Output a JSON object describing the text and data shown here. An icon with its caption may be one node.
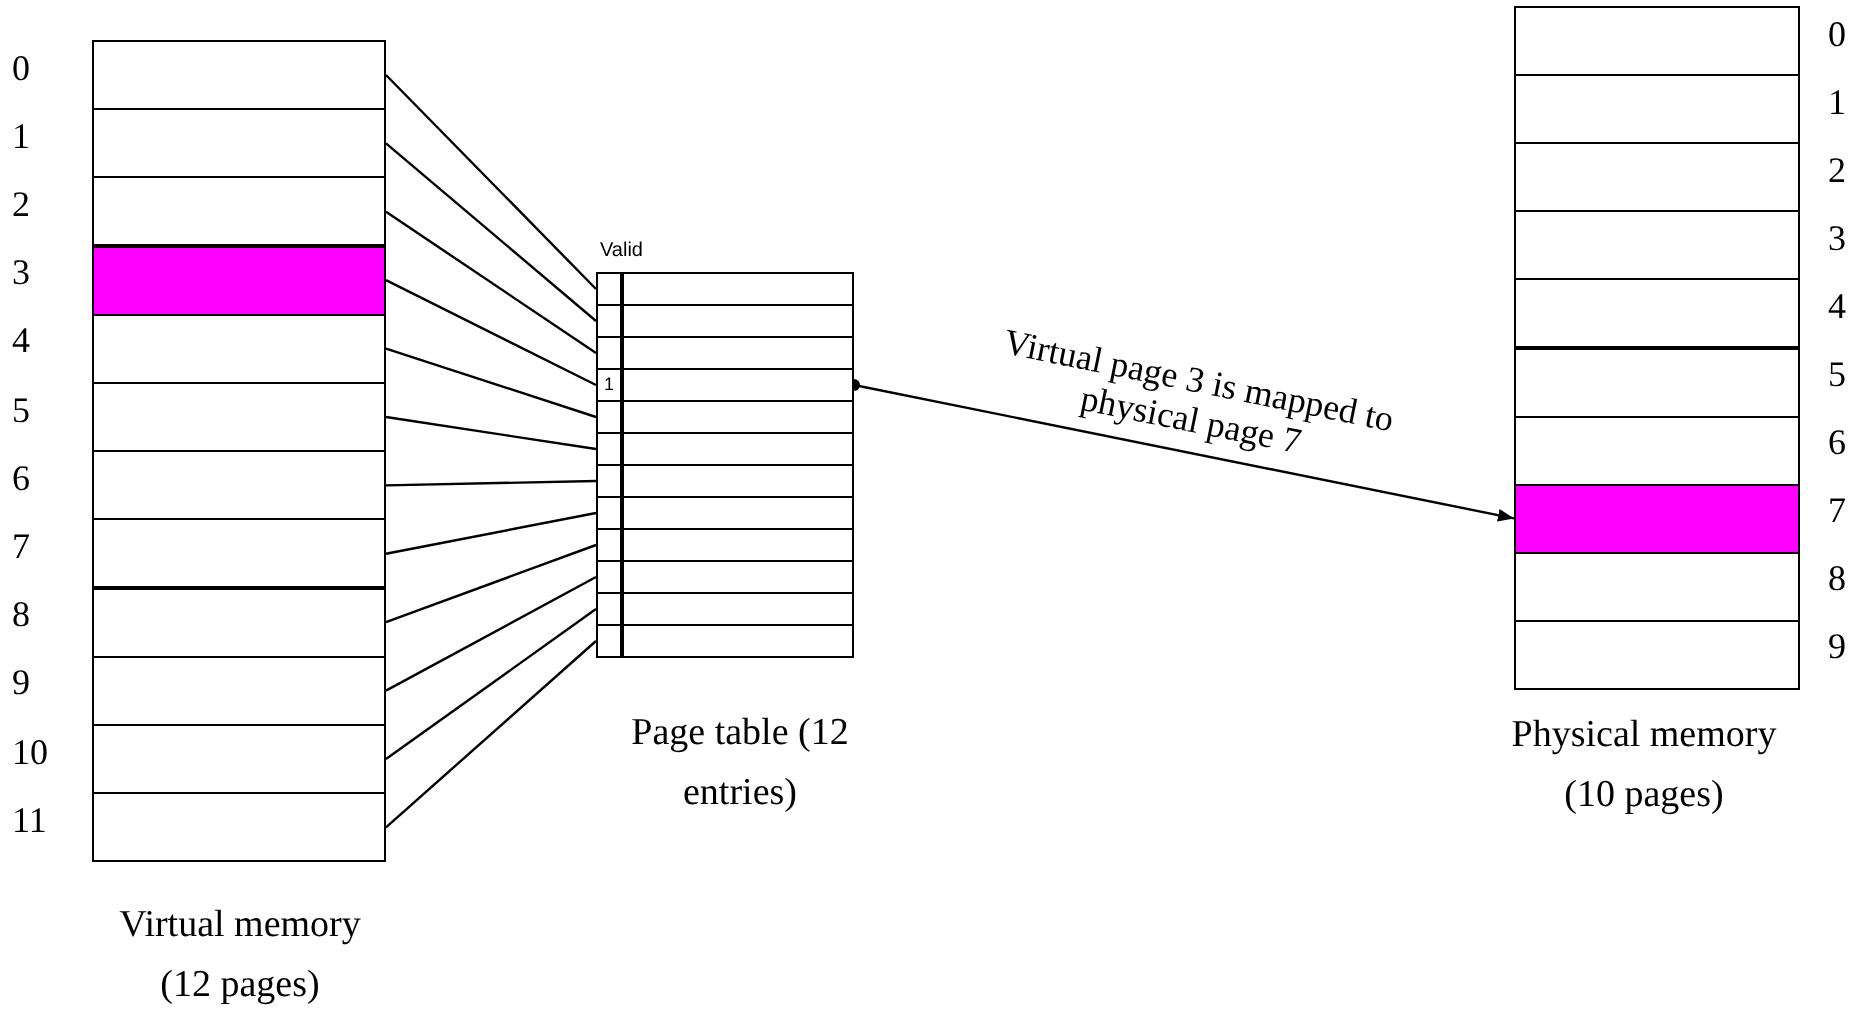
{
  "diagram": {
    "nodes": [
      {
        "text": [
          "Virtual memory (12 pages)"
        ]
      },
      {
        "text": [],
        "shape": "box",
        "in": 0,
        "beside": [
          "0"
        ]
      },
      {
        "text": [],
        "shape": "box",
        "in": 0,
        "beside": [
          "1"
        ]
      },
      {
        "text": [],
        "shape": "box",
        "in": 0,
        "beside": [
          "2"
        ]
      },
      {
        "text": [],
        "shape": "box",
        "in": 0,
        "beside": [
          "3"
        ]
      },
      {
        "text": [],
        "shape": "box",
        "in": 0,
        "beside": [
          "4"
        ]
      },
      {
        "text": [],
        "shape": "box",
        "in": 0,
        "beside": [
          "5"
        ]
      },
      {
        "text": [],
        "shape": "box",
        "in": 0,
        "beside": [
          "6"
        ]
      },
      {
        "text": [],
        "shape": "box",
        "in": 0,
        "beside": [
          "7"
        ]
      },
      {
        "text": [],
        "shape": "box",
        "in": 0,
        "beside": [
          "8"
        ]
      },
      {
        "text": [],
        "shape": "box",
        "in": 0,
        "beside": [
          "9"
        ]
      },
      {
        "text": [],
        "shape": "box",
        "in": 0,
        "beside": [
          "10"
        ]
      },
      {
        "text": [],
        "shape": "box",
        "in": 0,
        "beside": [
          "11"
        ]
      },
      {
        "text": [
          "Page table (12 entries)"
        ]
      },
      {
        "text": [],
        "shape": "box",
        "in": 13
      },
      {
        "text": [],
        "shape": "box",
        "in": 13
      },
      {
        "text": [],
        "shape": "box",
        "in": 13
      },
      {
        "text": [
          "1"
        ],
        "in": 13
      },
      {
        "text": [],
        "shape": "box",
        "in": 13
      },
      {
        "text": [],
        "shape": "box",
        "in": 13
      },
      {
        "text": [],
        "shape": "box",
        "in": 13
      },
      {
        "text": [],
        "shape": "box",
        "in": 13
      },
      {
        "text": [],
        "shape": "box",
        "in": 13
      },
      {
        "text": [],
        "shape": "box",
        "in": 13
      },
      {
        "text": [],
        "shape": "box",
        "in": 13
      },
      {
        "text": [],
        "shape": "box",
        "in": 13
      },
      {
        "text": [
          "Physical memory (10 pages)"
        ]
      },
      {
        "text": [],
        "shape": "box",
        "in": 26,
        "beside": [
          "0"
        ]
      },
      {
        "text": [],
        "shape": "box",
        "in": 26,
        "beside": [
          "1"
        ]
      },
      {
        "text": [],
        "shape": "box",
        "in": 26,
        "beside": [
          "2"
        ]
      },
      {
        "text": [],
        "shape": "box",
        "in": 26,
        "beside": [
          "3"
        ]
      },
      {
        "text": [],
        "shape": "box",
        "in": 26,
        "beside": [
          "4"
        ]
      },
      {
        "text": [],
        "shape": "box",
        "in": 26,
        "beside": [
          "5"
        ]
      },
      {
        "text": [],
        "shape": "box",
        "in": 26,
        "beside": [
          "6"
        ]
      },
      {
        "text": [],
        "shape": "box",
        "in": 26,
        "beside": [
          "7"
        ]
      },
      {
        "text": [],
        "shape": "box",
        "in": 26,
        "beside": [
          "8"
        ]
      },
      {
        "text": [],
        "shape": "box",
        "in": 26,
        "beside": [
          "9"
        ]
      }
    ],
    "edges": [
      {
        "from": 1,
        "to": 14,
        "arrow": "none"
      },
      {
        "from": 2,
        "to": 15,
        "arrow": "none"
      },
      {
        "from": 3,
        "to": 16,
        "arrow": "none"
      },
      {
        "from": 4,
        "to": 17,
        "arrow": "none"
      },
      {
        "from": 5,
        "to": 18,
        "arrow": "none"
      },
      {
        "from": 6,
        "to": 19,
        "arrow": "none"
      },
      {
        "from": 7,
        "to": 20,
        "arrow": "none"
      },
      {
        "from": 8,
        "to": 21,
        "arrow": "none"
      },
      {
        "from": 9,
        "to": 22,
        "arrow": "none"
      },
      {
        "from": 10,
        "to": 23,
        "arrow": "none"
      },
      {
        "from": 11,
        "to": 24,
        "arrow": "none"
      },
      {
        "from": 12,
        "to": 25,
        "arrow": "none"
      },
      {
        "from": 17,
        "to": 34,
        "arrow": "to",
        "label": "Virtual page 3 is mapped to physical page 7"
      }
    ],
    "labels": [
      "Valid"
    ]
  }
}
